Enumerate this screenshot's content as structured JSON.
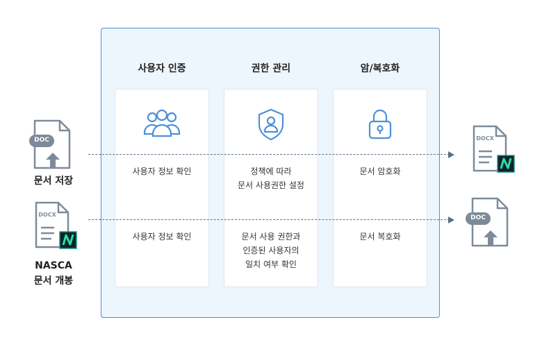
{
  "columns": [
    {
      "title": "사용자 인증",
      "icon": "users-icon",
      "text1": "사용자 정보 확인",
      "text2": "사용자 정보 확인"
    },
    {
      "title": "권한 관리",
      "icon": "shield-user-icon",
      "text1": "정책에 따라\n문서 사용권한 설정",
      "text2": "문서 사용 권한과\n인증된 사용자의\n일치 여부 확인"
    },
    {
      "title": "암/복호화",
      "icon": "lock-icon",
      "text1": "문서 암호화",
      "text2": "문서 복호화"
    }
  ],
  "left": {
    "save_label": "문서 저장",
    "open_label": "NASCA\n문서 개봉",
    "save_doc_badge": "DOC",
    "open_doc_badge": "DOCX"
  },
  "right": {
    "encrypted_doc_badge": "DOCX",
    "decrypted_doc_badge": "DOC"
  },
  "colors": {
    "accent": "#4a90d9",
    "panel_bg": "#eef6fd",
    "doc_gray": "#7d8a99",
    "nasca_green": "#2de0a0"
  }
}
